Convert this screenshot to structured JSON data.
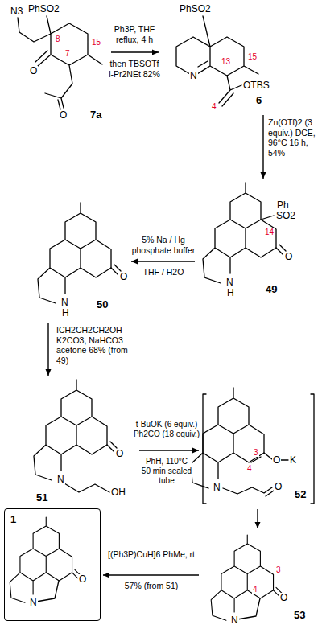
{
  "diagram": {
    "nodes": [
      {
        "text": [
          "7a"
        ]
      },
      {
        "text": [
          "6"
        ]
      },
      {
        "text": [
          "49"
        ]
      },
      {
        "text": [
          "50"
        ]
      },
      {
        "text": [
          "51"
        ]
      },
      {
        "text": [
          "52"
        ]
      },
      {
        "text": [
          "53"
        ]
      },
      {
        "text": [
          "1"
        ]
      }
    ],
    "edges": [
      {
        "from": 0,
        "to": 1,
        "arrow": "to",
        "label": "Ph3P, THF reflux, 4 h"
      },
      {
        "from": 1,
        "to": 2,
        "arrow": "to",
        "label": "Zn(OTf)2 (3 equiv.) DCE, 96°C 16 h, 54%"
      },
      {
        "from": 2,
        "to": 3,
        "arrow": "to",
        "label": "5% Na / Hg phosphate buffer"
      },
      {
        "from": 3,
        "to": 4,
        "arrow": "to",
        "label": "ICH2CH2CH2OH K2CO3, NaHCO3 acetone 68% (from 49)"
      },
      {
        "from": 4,
        "to": 5,
        "arrow": "to",
        "label": "t-BuOK (6 equiv.) Ph2CO (18 equiv.)"
      },
      {
        "from": 5,
        "to": 6,
        "arrow": "to"
      },
      {
        "from": 6,
        "to": 7,
        "arrow": "to",
        "label": "[(Ph3P)CuH]6 PhMe, rt"
      }
    ],
    "labels": [
      "then TBSOTf i-Pr2NEt 82%",
      "THF / H2O",
      "PhH, 110°C 50 min sealed tube",
      "57% (from 51)",
      "PhSO2",
      "N3",
      "O",
      "O",
      "8",
      "7",
      "15",
      "PhSO2",
      "N",
      "OTBS",
      "15",
      "13",
      "4",
      "Ph",
      "SO2",
      "14",
      "O",
      "N",
      "H",
      "O",
      "N",
      "H",
      "O",
      "N",
      "OH",
      "O",
      "K",
      "3",
      "4",
      "N",
      "O",
      "O",
      "4",
      "3",
      "N",
      "O",
      "N"
    ]
  }
}
